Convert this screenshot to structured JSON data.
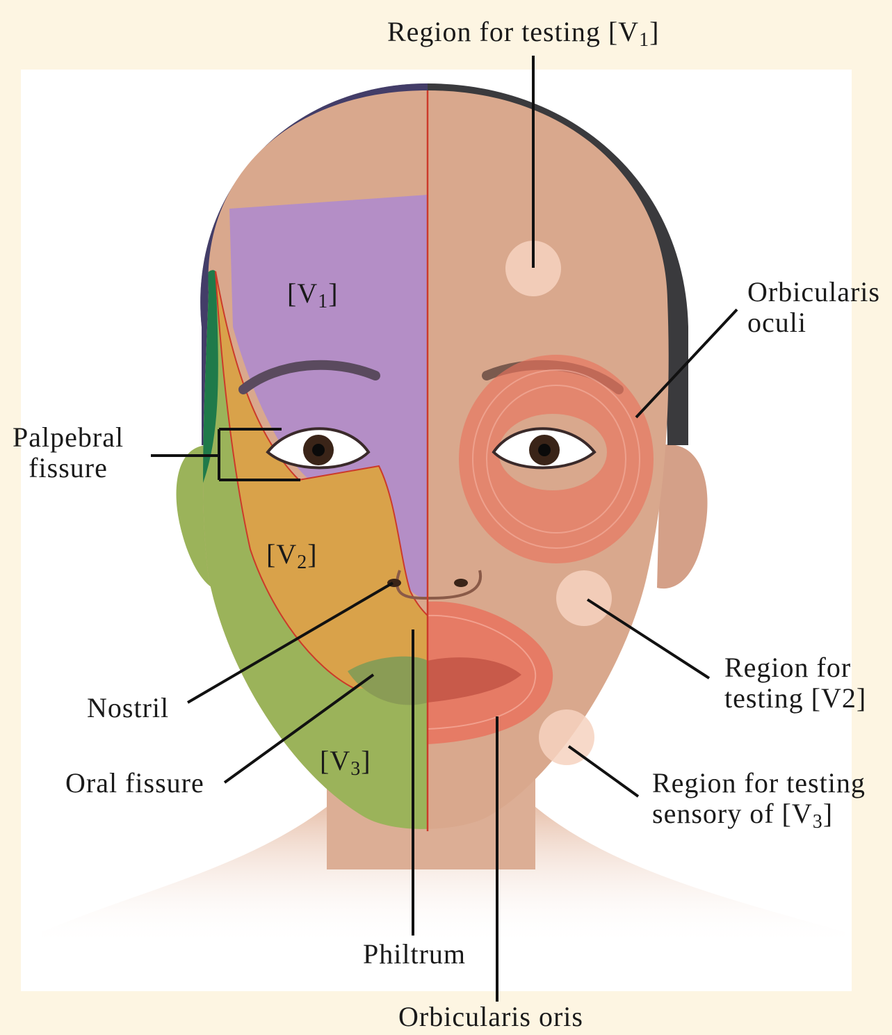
{
  "labels": {
    "region_v1": {
      "text": "Region for testing [V",
      "sub": "1",
      "close": "]"
    },
    "orbicularis_oculi": {
      "line1": "Orbicularis",
      "line2": "oculi"
    },
    "palpebral_fissure": {
      "line1": "Palpebral",
      "line2": "fissure"
    },
    "region_v2": {
      "line1": "Region for",
      "line2": "testing [V2]"
    },
    "nostril": "Nostril",
    "oral_fissure": "Oral fissure",
    "region_v3": {
      "line1": "Region for testing",
      "line2": "sensory of [V",
      "sub": "3",
      "close": "]"
    },
    "philtrum": "Philtrum",
    "orbicularis_oris": "Orbicularis oris"
  },
  "zones": {
    "v1": {
      "open": "[V",
      "sub": "1",
      "close": "]"
    },
    "v2": {
      "open": "[V",
      "sub": "2",
      "close": "]"
    },
    "v3": {
      "open": "[V",
      "sub": "3",
      "close": "]"
    }
  },
  "colors": {
    "background": "#fdf5e2",
    "photo_panel": "#ffffff",
    "hair": "#3a3a3d",
    "skin": "#d9a88d",
    "zone_v1": "#b48ec6",
    "zone_v2": "#d9a24a",
    "zone_v3": "#9bb35a",
    "zone_edge_green": "#1f7a4a",
    "muscle": "#e8735e",
    "midline": "#cc3a2a",
    "testing_spot": "#f6d2c0",
    "leader_line": "#111111"
  }
}
